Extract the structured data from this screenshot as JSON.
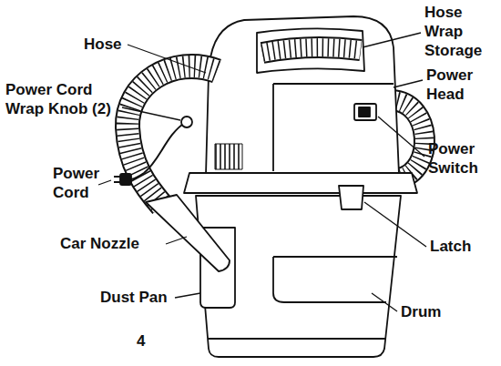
{
  "diagram": {
    "labels": [
      "Hose",
      "Power Cord Wrap Knob (2)",
      "Power Cord",
      "Car Nozzle",
      "Dust Pan",
      "Hose Wrap Storage",
      "Power Head",
      "Power Switch",
      "Latch",
      "Drum",
      "4"
    ]
  }
}
